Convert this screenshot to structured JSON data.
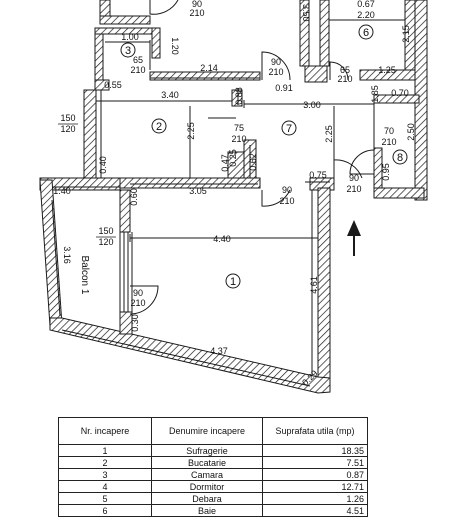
{
  "dims": {
    "d_top_90": "90",
    "d_top_210": "210",
    "d_3_50_v": "3.50",
    "d_0_67": "0.67",
    "d_2_20": "2.20",
    "d_2_15": "2.15",
    "d_1_00": "1.00",
    "d_1_20": "1.20",
    "d_65a": "65",
    "d_65a_210": "210",
    "d_2_14": "2.14",
    "d_90b": "90",
    "d_90b_210": "210",
    "d_65b": "65",
    "d_65b_210": "210",
    "d_1_25": "1.25",
    "d_0_55": "0.55",
    "d_3_40": "3.40",
    "d_0_88": "0.88",
    "d_0_91": "0.91",
    "d_3_00": "3.00",
    "d_1_85": "1.85",
    "d_0_70": "0.70",
    "d_150a": "150",
    "d_120a": "120",
    "d_2_25a": "2.25",
    "d_75": "75",
    "d_75_210": "210",
    "d_2_25b": "2.25",
    "d_70": "70",
    "d_70_210": "210",
    "d_2_50": "2.50",
    "d_0_40": "0.40",
    "d_0_47": "0.47",
    "d_0_25": "0.25",
    "d_0_62": "0.62",
    "d_0_95": "0.95",
    "d_1_40": "1.40",
    "d_0_60": "0.60",
    "d_3_05": "3.05",
    "d_90c": "90",
    "d_90c_210": "210",
    "d_0_75": "0.75",
    "d_90d": "90",
    "d_90d_210": "210",
    "d_150b": "150",
    "d_120b": "120",
    "d_4_40": "4.40",
    "d_3_16": "3.16",
    "d_4_61": "4.61",
    "d_90e": "90",
    "d_90e_210": "210",
    "d_0_30": "0.30",
    "d_4_37": "4.37",
    "d_0_29": "0.29"
  },
  "rooms": {
    "r1": "1",
    "r2": "2",
    "r3": "3",
    "r6": "6",
    "r7": "7",
    "r8": "8"
  },
  "balcony_label": "Balcon 1",
  "table": {
    "headers": [
      "Nr. incapere",
      "Denumire incapere",
      "Suprafata utila (mp)"
    ],
    "rows": [
      [
        "1",
        "Sufragerie",
        "18.35"
      ],
      [
        "2",
        "Bucatarie",
        "7.51"
      ],
      [
        "3",
        "Camara",
        "0.87"
      ],
      [
        "4",
        "Dormitor",
        "12.71"
      ],
      [
        "5",
        "Debara",
        "1.26"
      ],
      [
        "6",
        "Baie",
        "4.51"
      ]
    ]
  },
  "colors": {
    "line": "#1a1a1a"
  }
}
